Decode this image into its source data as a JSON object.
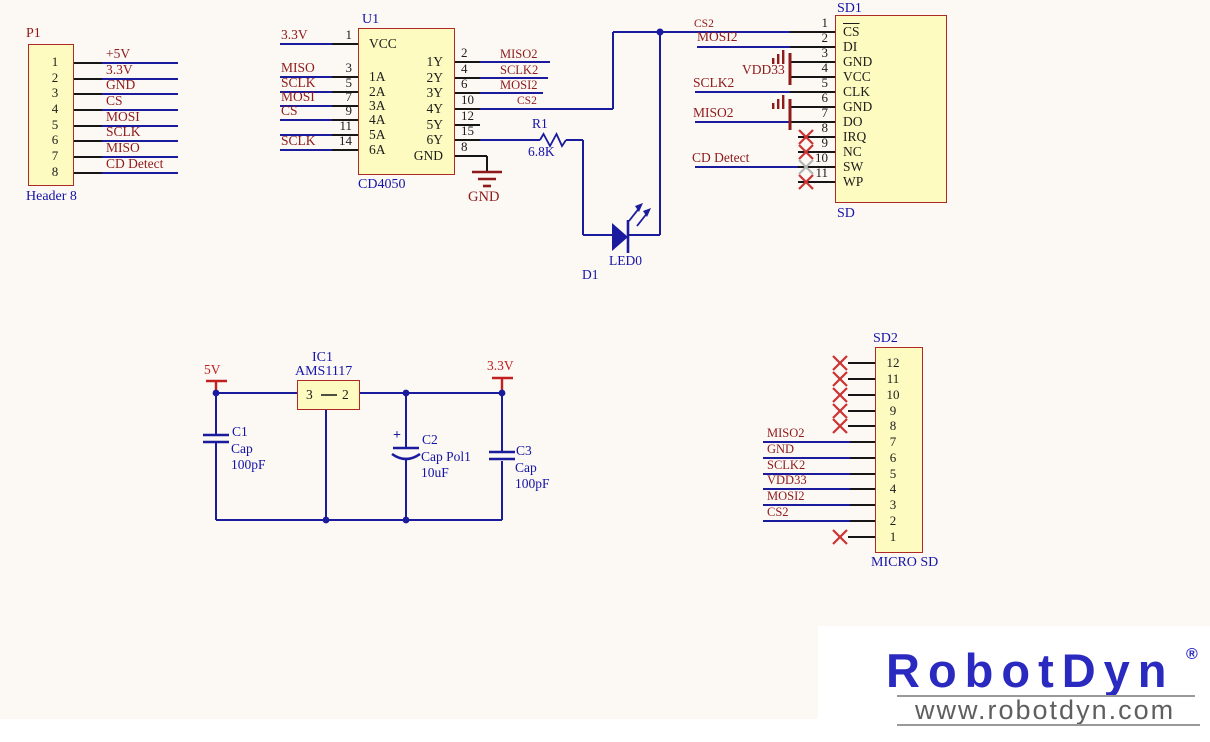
{
  "palette": {
    "wire": "#1b1b9e",
    "stub": "#161616",
    "fill": "#fdfbbf",
    "border": "#b02a25",
    "netred": "#8e1a1a",
    "blue": "#1414a8",
    "pred": "#c02020",
    "gndred": "#8e1a1a",
    "xred": "#cc3333",
    "xgray": "#b5b5b5",
    "logoblue": "#2a2ac0",
    "logogray": "#5f5f5f",
    "bg": "#fcf8f4"
  },
  "p1": {
    "ref": "P1",
    "footer": "Header 8",
    "pins": [
      {
        "num": "1",
        "net": "+5V"
      },
      {
        "num": "2",
        "net": "3.3V"
      },
      {
        "num": "3",
        "net": "GND"
      },
      {
        "num": "4",
        "net": "CS"
      },
      {
        "num": "5",
        "net": "MOSI"
      },
      {
        "num": "6",
        "net": "SCLK"
      },
      {
        "num": "7",
        "net": "MISO"
      },
      {
        "num": "8",
        "net": "CD Detect"
      }
    ]
  },
  "u1": {
    "ref": "U1",
    "part": "CD4050",
    "gnd_label": "GND",
    "left_pins": [
      {
        "num": "1",
        "name": "VCC",
        "net": "3.3V"
      },
      {
        "num": "3",
        "name": "1A",
        "net": "MISO"
      },
      {
        "num": "5",
        "name": "2A",
        "net": "SCLK"
      },
      {
        "num": "7",
        "name": "3A",
        "net": "MOSI"
      },
      {
        "num": "9",
        "name": "4A",
        "net": "CS"
      },
      {
        "num": "11",
        "name": "5A"
      },
      {
        "num": "14",
        "name": "6A",
        "net": "SCLK"
      }
    ],
    "right_pins": [
      {
        "num": "2",
        "name": "1Y",
        "net": "MISO2"
      },
      {
        "num": "4",
        "name": "2Y",
        "net": "SCLK2"
      },
      {
        "num": "6",
        "name": "3Y",
        "net": "MOSI2"
      },
      {
        "num": "10",
        "name": "4Y",
        "net": "CS2"
      },
      {
        "num": "12",
        "name": "5Y"
      },
      {
        "num": "15",
        "name": "6Y"
      },
      {
        "num": "8",
        "name": "GND"
      }
    ]
  },
  "r1": {
    "ref": "R1",
    "value": "6.8K"
  },
  "d1": {
    "ref": "D1",
    "value": "LED0"
  },
  "sd1": {
    "ref": "SD1",
    "footer": "SD",
    "power_net": "VDD33",
    "pins": [
      {
        "num": "1",
        "name": "CS",
        "net": "CS2"
      },
      {
        "num": "2",
        "name": "DI",
        "net": "MOSI2"
      },
      {
        "num": "3",
        "name": "GND"
      },
      {
        "num": "4",
        "name": "VCC"
      },
      {
        "num": "5",
        "name": "CLK",
        "net": "SCLK2"
      },
      {
        "num": "6",
        "name": "GND"
      },
      {
        "num": "7",
        "name": "DO",
        "net": "MISO2"
      },
      {
        "num": "8",
        "name": "IRQ"
      },
      {
        "num": "9",
        "name": "NC"
      },
      {
        "num": "10",
        "name": "SW",
        "net": "CD Detect"
      },
      {
        "num": "11",
        "name": "WP"
      }
    ]
  },
  "regulator": {
    "ic": {
      "ref": "IC1",
      "part": "AMS1117",
      "pin_left": "3",
      "pin_right": "2"
    },
    "rail_in": "5V",
    "rail_out": "3.3V",
    "c1": {
      "ref": "C1",
      "type": "Cap",
      "value": "100pF"
    },
    "c2": {
      "ref": "C2",
      "type": "Cap Pol1",
      "value": "10uF",
      "plus": "+"
    },
    "c3": {
      "ref": "C3",
      "type": "Cap",
      "value": "100pF"
    }
  },
  "sd2": {
    "ref": "SD2",
    "footer": "MICRO SD",
    "pins": [
      {
        "num": "12"
      },
      {
        "num": "11"
      },
      {
        "num": "10"
      },
      {
        "num": "9"
      },
      {
        "num": "8"
      },
      {
        "num": "7",
        "net": "MISO2"
      },
      {
        "num": "6",
        "net": "GND"
      },
      {
        "num": "5",
        "net": "SCLK2"
      },
      {
        "num": "4",
        "net": "VDD33"
      },
      {
        "num": "3",
        "net": "MOSI2"
      },
      {
        "num": "2",
        "net": "CS2"
      },
      {
        "num": "1"
      }
    ]
  },
  "logo": {
    "brand": "RobotDyn",
    "registered": "®",
    "url": "www.robotdyn.com"
  }
}
